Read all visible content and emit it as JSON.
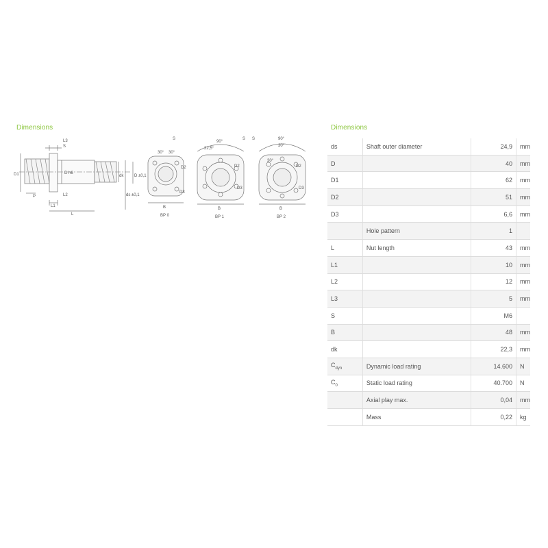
{
  "left_title": "Dimensions",
  "right_title": "Dimensions",
  "drawing": {
    "labels": {
      "L3": "L3",
      "S": "S",
      "D1": "D1",
      "D_h6": "D h6",
      "P": "P",
      "L1": "L1",
      "L2": "L2",
      "L": "L",
      "dk": "dk",
      "ds": "ds ±0,1",
      "D_tol": "D ±0,1",
      "B": "B",
      "D2": "D2",
      "D3": "D3",
      "a30": "30°",
      "a90": "90°",
      "a225": "22,5°"
    },
    "views": [
      "BP 0",
      "BP 1",
      "BP 2"
    ]
  },
  "table": {
    "rows": [
      {
        "sym": "ds",
        "sub": "",
        "desc": "Shaft outer diameter",
        "val": "24,9",
        "unit": "mm"
      },
      {
        "sym": "D",
        "sub": "",
        "desc": "",
        "val": "40",
        "unit": "mm"
      },
      {
        "sym": "D1",
        "sub": "",
        "desc": "",
        "val": "62",
        "unit": "mm"
      },
      {
        "sym": "D2",
        "sub": "",
        "desc": "",
        "val": "51",
        "unit": "mm"
      },
      {
        "sym": "D3",
        "sub": "",
        "desc": "",
        "val": "6,6",
        "unit": "mm"
      },
      {
        "sym": "",
        "sub": "",
        "desc": "Hole pattern",
        "val": "1",
        "unit": ""
      },
      {
        "sym": "L",
        "sub": "",
        "desc": "Nut length",
        "val": "43",
        "unit": "mm"
      },
      {
        "sym": "L1",
        "sub": "",
        "desc": "",
        "val": "10",
        "unit": "mm"
      },
      {
        "sym": "L2",
        "sub": "",
        "desc": "",
        "val": "12",
        "unit": "mm"
      },
      {
        "sym": "L3",
        "sub": "",
        "desc": "",
        "val": "5",
        "unit": "mm"
      },
      {
        "sym": "S",
        "sub": "",
        "desc": "",
        "val": "M6",
        "unit": ""
      },
      {
        "sym": "B",
        "sub": "",
        "desc": "",
        "val": "48",
        "unit": "mm"
      },
      {
        "sym": "dk",
        "sub": "",
        "desc": "",
        "val": "22,3",
        "unit": "mm"
      },
      {
        "sym": "C",
        "sub": "dyn",
        "desc": "Dynamic load rating",
        "val": "14.600",
        "unit": "N"
      },
      {
        "sym": "C",
        "sub": "0",
        "desc": "Static load rating",
        "val": "40.700",
        "unit": "N"
      },
      {
        "sym": "",
        "sub": "",
        "desc": "Axial play max.",
        "val": "0,04",
        "unit": "mm"
      },
      {
        "sym": "",
        "sub": "",
        "desc": "Mass",
        "val": "0,22",
        "unit": "kg"
      }
    ]
  }
}
